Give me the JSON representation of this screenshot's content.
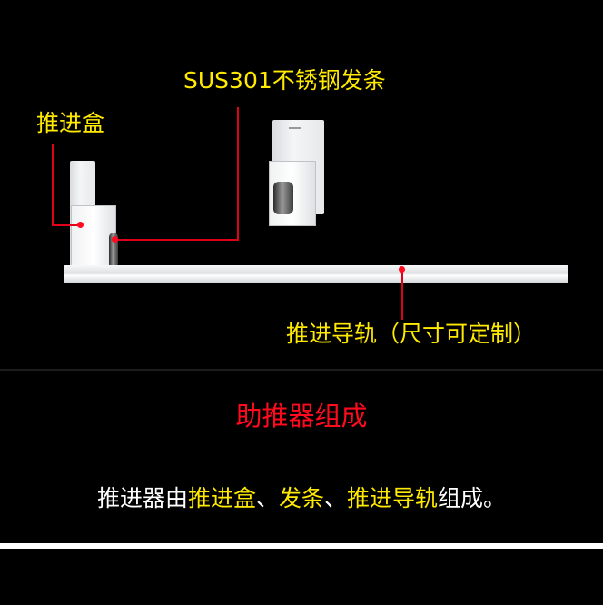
{
  "annotations": {
    "spring_label": "SUS301不锈钢发条",
    "box_label": "推进盒",
    "rail_label": "推进导轨（尺寸可定制）"
  },
  "section": {
    "title": "助推器组成",
    "description_parts": [
      {
        "text": "推进器由",
        "color": "white"
      },
      {
        "text": "推进盒",
        "color": "yellow"
      },
      {
        "text": "、",
        "color": "white"
      },
      {
        "text": "发条",
        "color": "yellow"
      },
      {
        "text": "、",
        "color": "white"
      },
      {
        "text": "推进导轨",
        "color": "yellow"
      },
      {
        "text": "组成。",
        "color": "white"
      }
    ]
  },
  "colors": {
    "background": "#000000",
    "label": "#ffea00",
    "title": "#ff0a1e",
    "leader_line": "#e0001a"
  }
}
